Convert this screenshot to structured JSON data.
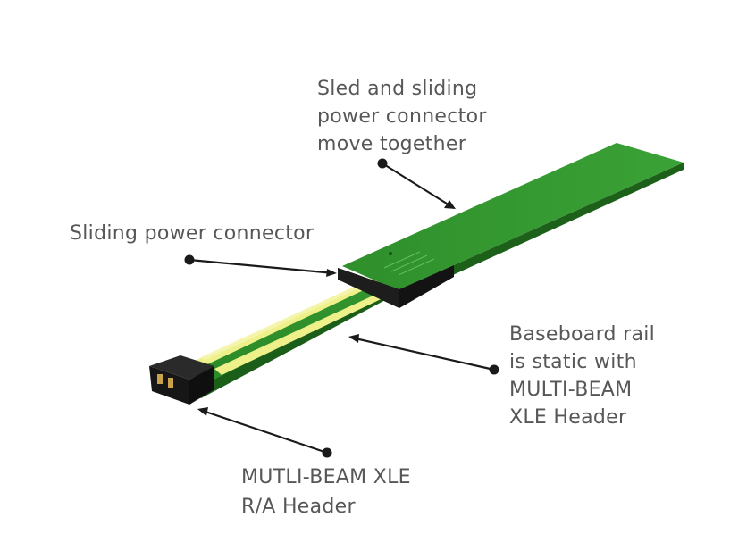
{
  "callouts": {
    "sled": {
      "lines": [
        "Sled and sliding",
        "power connector",
        "move together"
      ]
    },
    "sliding_connector": {
      "lines": [
        "Sliding power connector"
      ]
    },
    "baseboard_rail": {
      "lines": [
        "Baseboard rail",
        "is static with",
        "MULTI-BEAM",
        "XLE Header"
      ]
    },
    "header": {
      "lines": [
        "MUTLI-BEAM XLE",
        "R/A Header"
      ]
    }
  },
  "colors": {
    "pcb_green": "#2e8b2a",
    "pcb_green_dark": "#1f6b1d",
    "rail_stripe": "#eef08a",
    "connector_black": "#1b1b1b",
    "contact_gold": "#c9a24a",
    "callout_line": "#1a1a1a",
    "label_text": "#575757"
  }
}
